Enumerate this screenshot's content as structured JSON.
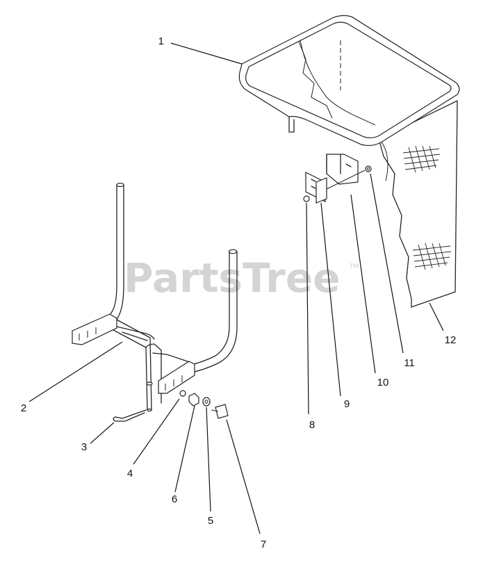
{
  "watermark": {
    "brand": "PartsTree",
    "trademark": "TM"
  },
  "callouts": [
    "1",
    "2",
    "3",
    "4",
    "5",
    "6",
    "7",
    "8",
    "9",
    "10",
    "11",
    "12"
  ]
}
